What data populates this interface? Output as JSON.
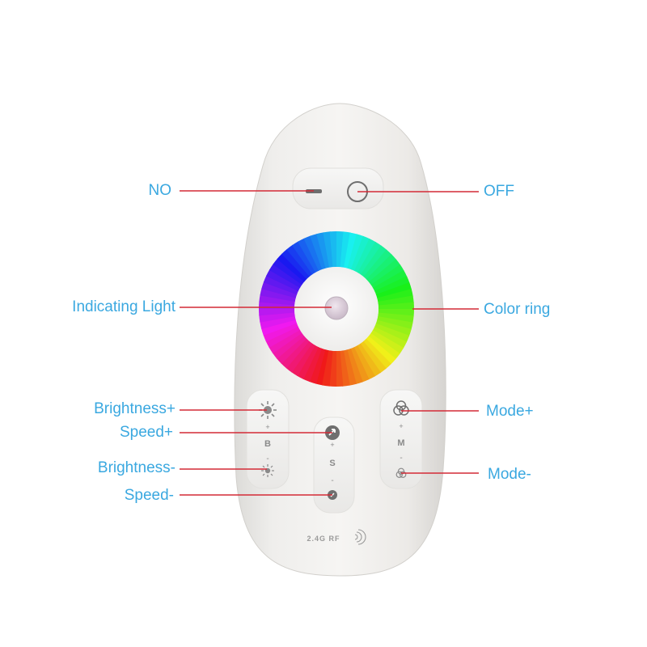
{
  "labels": {
    "on": "NO",
    "off": "OFF",
    "indicating_light": "Indicating Light",
    "color_ring": "Color ring",
    "brightness_plus": "Brightness+",
    "speed_plus": "Speed+",
    "brightness_minus": "Brightness-",
    "speed_minus": "Speed-",
    "mode_plus": "Mode+",
    "mode_minus": "Mode-"
  },
  "remote": {
    "key_letters": {
      "brightness": "B",
      "speed": "S",
      "mode": "M"
    },
    "plus_sign": "+",
    "minus_sign": "-",
    "footer_text": "2.4G RF"
  },
  "colors": {
    "label_text": "#3aa8e0",
    "leader_line": "#d42a36",
    "remote_body": "#f1f0ee"
  },
  "icons": {
    "brightness_plus": "sun-icon",
    "speed_plus": "speed-up-icon",
    "mode_plus": "rgb-circles-icon",
    "brightness_minus": "small-sun-icon",
    "speed_minus": "speed-down-icon",
    "mode_minus": "mode-down-icon",
    "footer": "wireless-signal-icon"
  }
}
